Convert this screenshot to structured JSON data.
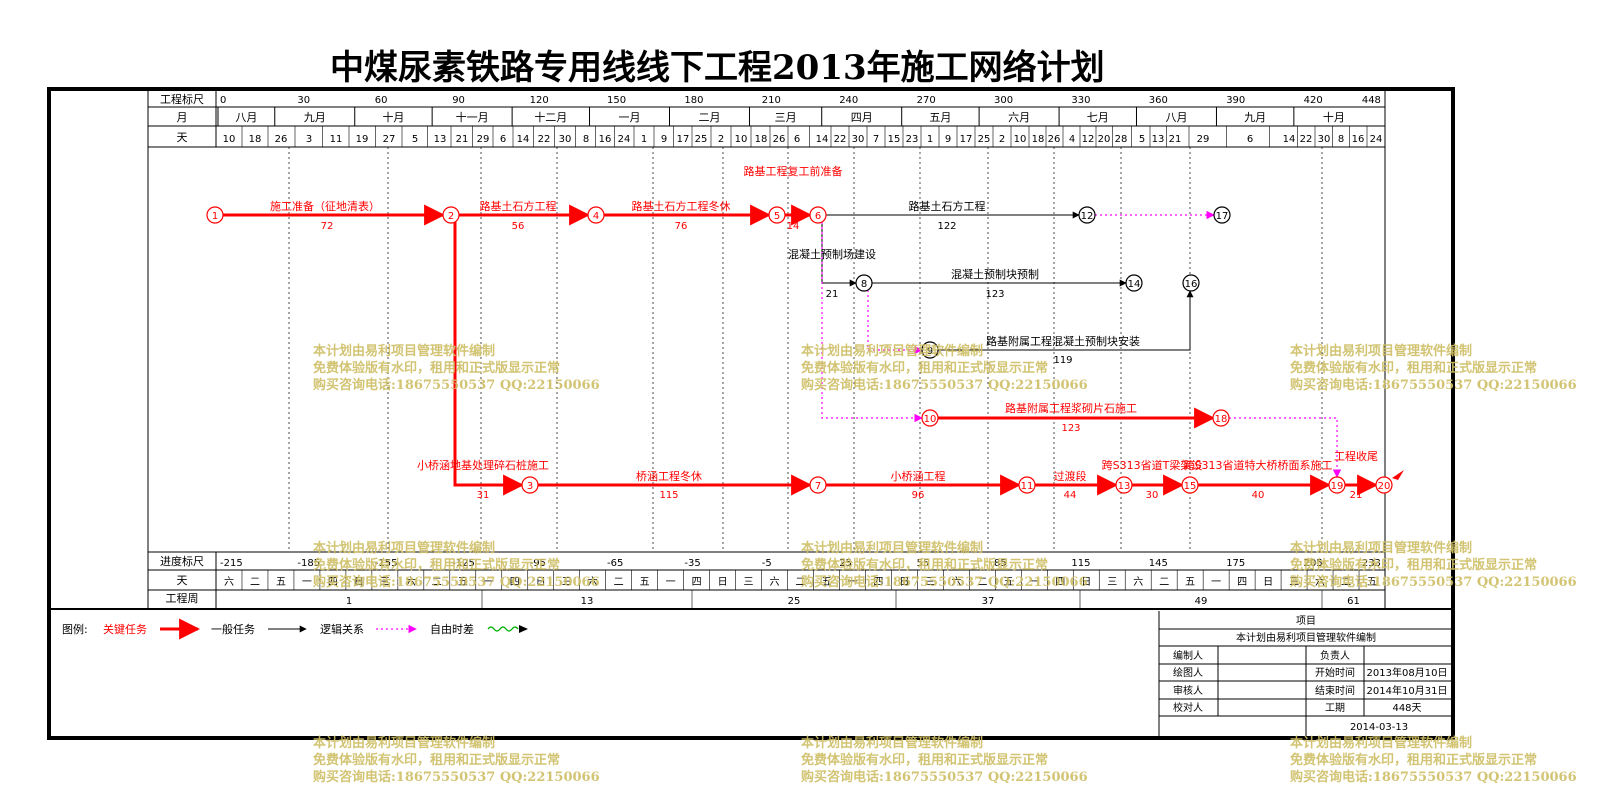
{
  "title": "中煤尿素铁路专用线线下工程2013年施工网络计划",
  "row_labels": {
    "station": "工程标尺",
    "month": "月",
    "day": "天",
    "progress": "进度标尺",
    "weekday": "天",
    "week": "工程周"
  },
  "top_scale": [
    "0",
    "30",
    "60",
    "90",
    "120",
    "150",
    "180",
    "210",
    "240",
    "270",
    "300",
    "330",
    "360",
    "390",
    "420",
    "448"
  ],
  "months": [
    "八月",
    "九月",
    "十月",
    "十一月",
    "十二月",
    "一月",
    "二月",
    "三月",
    "四月",
    "五月",
    "六月",
    "七月",
    "八月",
    "九月",
    "十月"
  ],
  "days": [
    "10",
    "18",
    "26",
    "3",
    "11",
    "19",
    "27",
    "5",
    "13",
    "21",
    "29",
    "6",
    "14",
    "22",
    "30",
    "8",
    "16",
    "24",
    "1",
    "9",
    "17",
    "25",
    "2",
    "10",
    "18",
    "26",
    "6",
    "14",
    "22",
    "30",
    "7",
    "15",
    "23",
    "1",
    "9",
    "17",
    "25",
    "2",
    "10",
    "18",
    "26",
    "4",
    "12",
    "20",
    "28",
    "5",
    "13",
    "21",
    "29",
    "6",
    "14",
    "22",
    "30",
    "8",
    "16",
    "24"
  ],
  "bottom_scale": [
    "-215",
    "-185",
    "-155",
    "-125",
    "-95",
    "-65",
    "-35",
    "-5",
    "25",
    "55",
    "85",
    "115",
    "145",
    "175",
    "205",
    "233"
  ],
  "weekdays": [
    "六",
    "二",
    "五",
    "一",
    "四",
    "日",
    "三",
    "六",
    "二",
    "五",
    "一",
    "四",
    "日",
    "三",
    "六",
    "二",
    "五",
    "一",
    "四",
    "日",
    "三",
    "六",
    "二",
    "五",
    "一",
    "四",
    "日",
    "三",
    "六",
    "二",
    "五",
    "一",
    "四",
    "日",
    "三",
    "六",
    "二",
    "五",
    "一",
    "四",
    "日",
    "三",
    "六",
    "二",
    "五"
  ],
  "weeks": [
    "1",
    "13",
    "25",
    "37",
    "49",
    "61"
  ],
  "nodes": [
    "1",
    "2",
    "3",
    "4",
    "5",
    "6",
    "7",
    "8",
    "9",
    "10",
    "11",
    "12",
    "13",
    "14",
    "15",
    "16",
    "17",
    "18",
    "19",
    "20"
  ],
  "tasks": [
    {
      "name": "施工准备（征地清表）",
      "duration": "72"
    },
    {
      "name": "路基土石方工程",
      "duration": "56"
    },
    {
      "name": "路基土石方工程冬休",
      "duration": "76"
    },
    {
      "name": "路基工程复工前准备",
      "duration": "14"
    },
    {
      "name": "路基土石方工程",
      "duration": "122"
    },
    {
      "name": "混凝土预制场建设",
      "duration": "21"
    },
    {
      "name": "混凝土预制块预制",
      "duration": "123"
    },
    {
      "name": "路基附属工程混凝土预制块安装",
      "duration": "119"
    },
    {
      "name": "路基附属工程浆砌片石施工",
      "duration": "123"
    },
    {
      "name": "小桥涵地基处理碎石桩施工",
      "duration": "31"
    },
    {
      "name": "桥涵工程冬休",
      "duration": "115"
    },
    {
      "name": "小桥涵工程",
      "duration": "96"
    },
    {
      "name": "过渡段",
      "duration": "44"
    },
    {
      "name": "跨S313省道T梁架设",
      "duration": "30"
    },
    {
      "name": "跨S313省道特大桥桥面系施工",
      "duration": "40"
    },
    {
      "name": "工程收尾",
      "duration": "21"
    }
  ],
  "legend": {
    "label": "图例:",
    "critical": "关键任务",
    "normal": "一般任务",
    "logic": "逻辑关系",
    "float": "自由时差"
  },
  "info": {
    "project_label": "项目",
    "project_name": "本计划由易利项目管理软件编制",
    "editor": "编制人",
    "drawer": "绘图人",
    "reviewer": "审核人",
    "checker": "校对人",
    "leader": "负责人",
    "start_label": "开始时间",
    "start": "2013年08月10日",
    "end_label": "结束时间",
    "end": "2014年10月31日",
    "duration_label": "工期",
    "duration": "448天",
    "date": "2014-03-13"
  },
  "watermark": [
    "本计划由易利项目管理软件编制",
    "免费体验版有水印，租用和正式版显示正常",
    "购买咨询电话:18675550537 QQ:22150066"
  ],
  "colors": {
    "critical": "#ff0000",
    "normal": "#000000",
    "logic": "#ff00ff",
    "watermark": "#cdbe64"
  }
}
